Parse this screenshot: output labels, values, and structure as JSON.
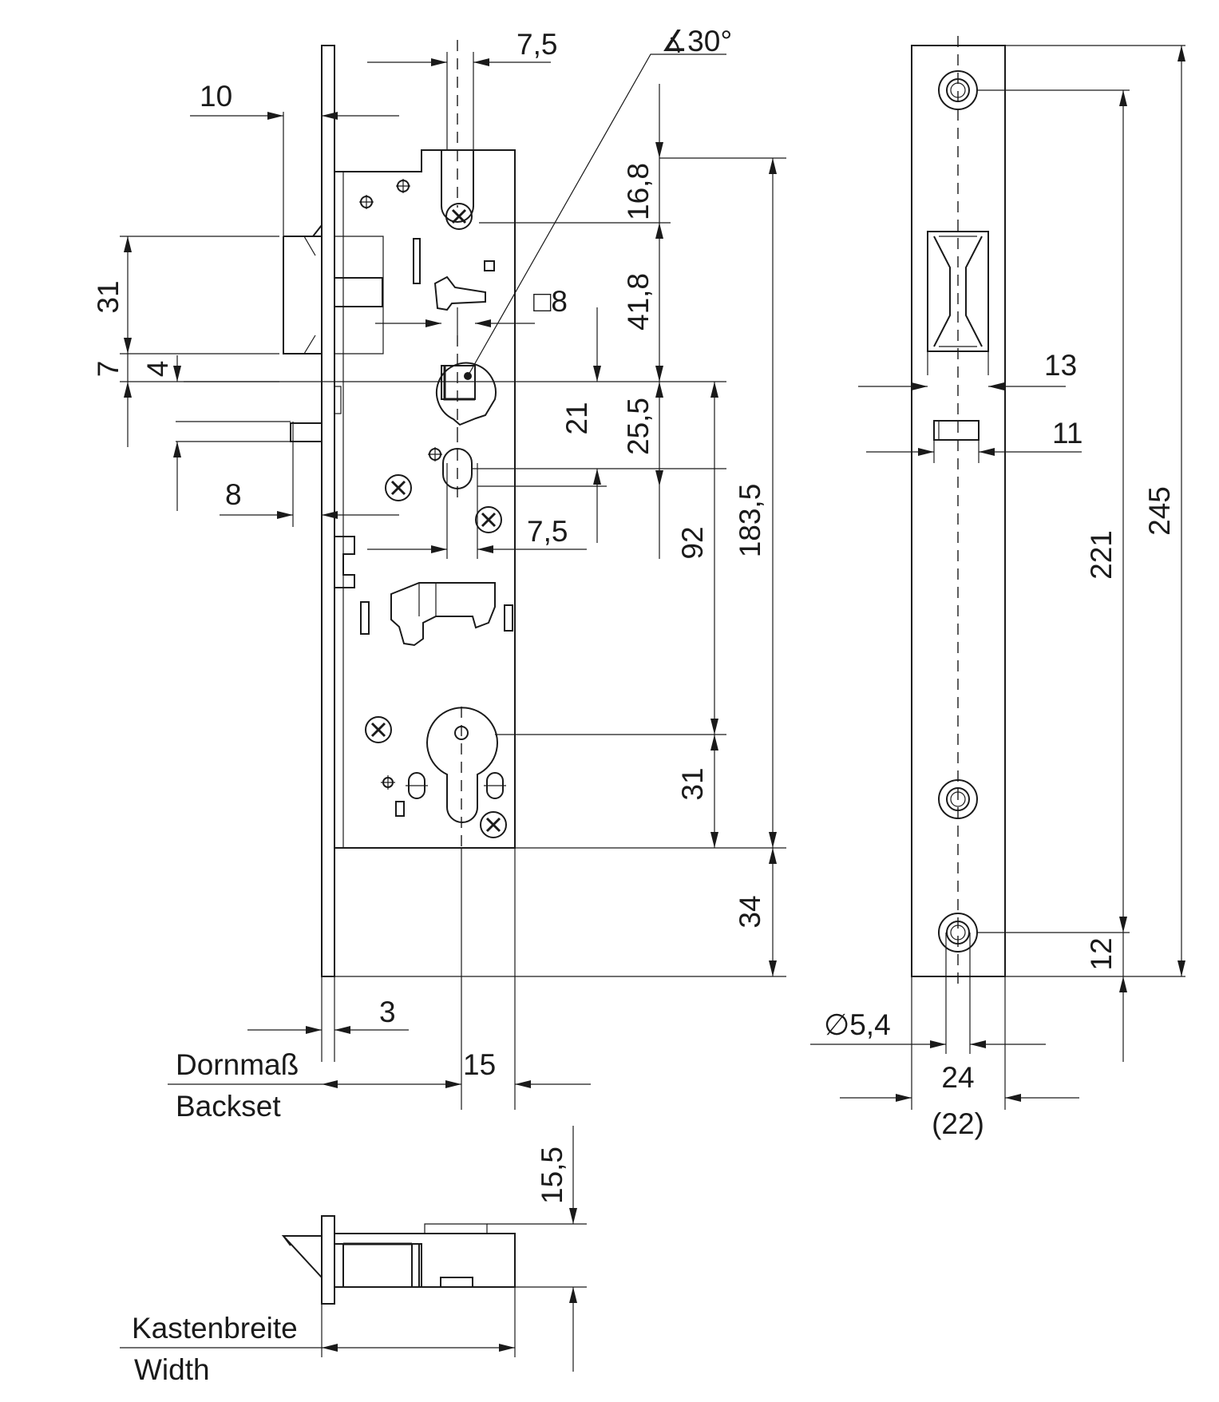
{
  "colors": {
    "ink": "#1a1a1a",
    "paper": "#ffffff"
  },
  "front_view": {
    "angle_label": "∡30°",
    "square_label": "□8",
    "dims": {
      "top_follower_offset": "7,5",
      "latch_projection": "10",
      "latch_height": "31",
      "dim_7": "7",
      "dim_4": "4",
      "bolt_projection": "8",
      "top_to_slot": "16,8",
      "slot_to_follower": "41,8",
      "follower_to_hole": "25,5",
      "dim_21": "21",
      "lower_offset": "7,5",
      "follower_to_cylinder": "92",
      "case_height": "183,5",
      "cylinder_to_bottom": "31",
      "bottom_overhang": "34",
      "faceplate_thickness": "3",
      "dim_15": "15"
    },
    "backset_label_de": "Dornmaß",
    "backset_label_en": "Backset"
  },
  "faceplate_view": {
    "dims": {
      "slot_13": "13",
      "slot_11": "11",
      "hole_pitch": "221",
      "overall_length": "245",
      "hole_to_end": "12",
      "hole_diameter": "∅5,4",
      "width": "24",
      "width_alt": "(22)"
    }
  },
  "bottom_view": {
    "dims": {
      "dim_15_5": "15,5"
    },
    "case_width_label_de": "Kastenbreite",
    "case_width_label_en": "Width"
  }
}
